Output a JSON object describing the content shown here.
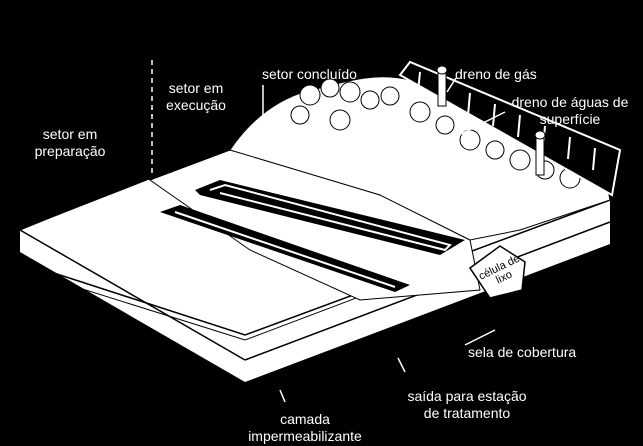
{
  "labels": {
    "setor_em_preparacao": [
      "setor em",
      "preparação"
    ],
    "setor_em_execucao": [
      "setor em",
      "execução"
    ],
    "setor_concluido": "setor concluído",
    "dreno_de_gas": "dreno de gás",
    "dreno_de_aguas": [
      "dreno de águas de",
      "superfície"
    ],
    "celula_de_lixo": [
      "célula de",
      "lixo"
    ],
    "sela_de_cobertura": "sela de cobertura",
    "saida_para_estacao": [
      "saída para estação",
      "de tratamento"
    ],
    "camada_impermeabilizante": [
      "camada",
      "impermeabilizante"
    ]
  },
  "colors": {
    "background": "#000000",
    "foreground": "#ffffff"
  }
}
